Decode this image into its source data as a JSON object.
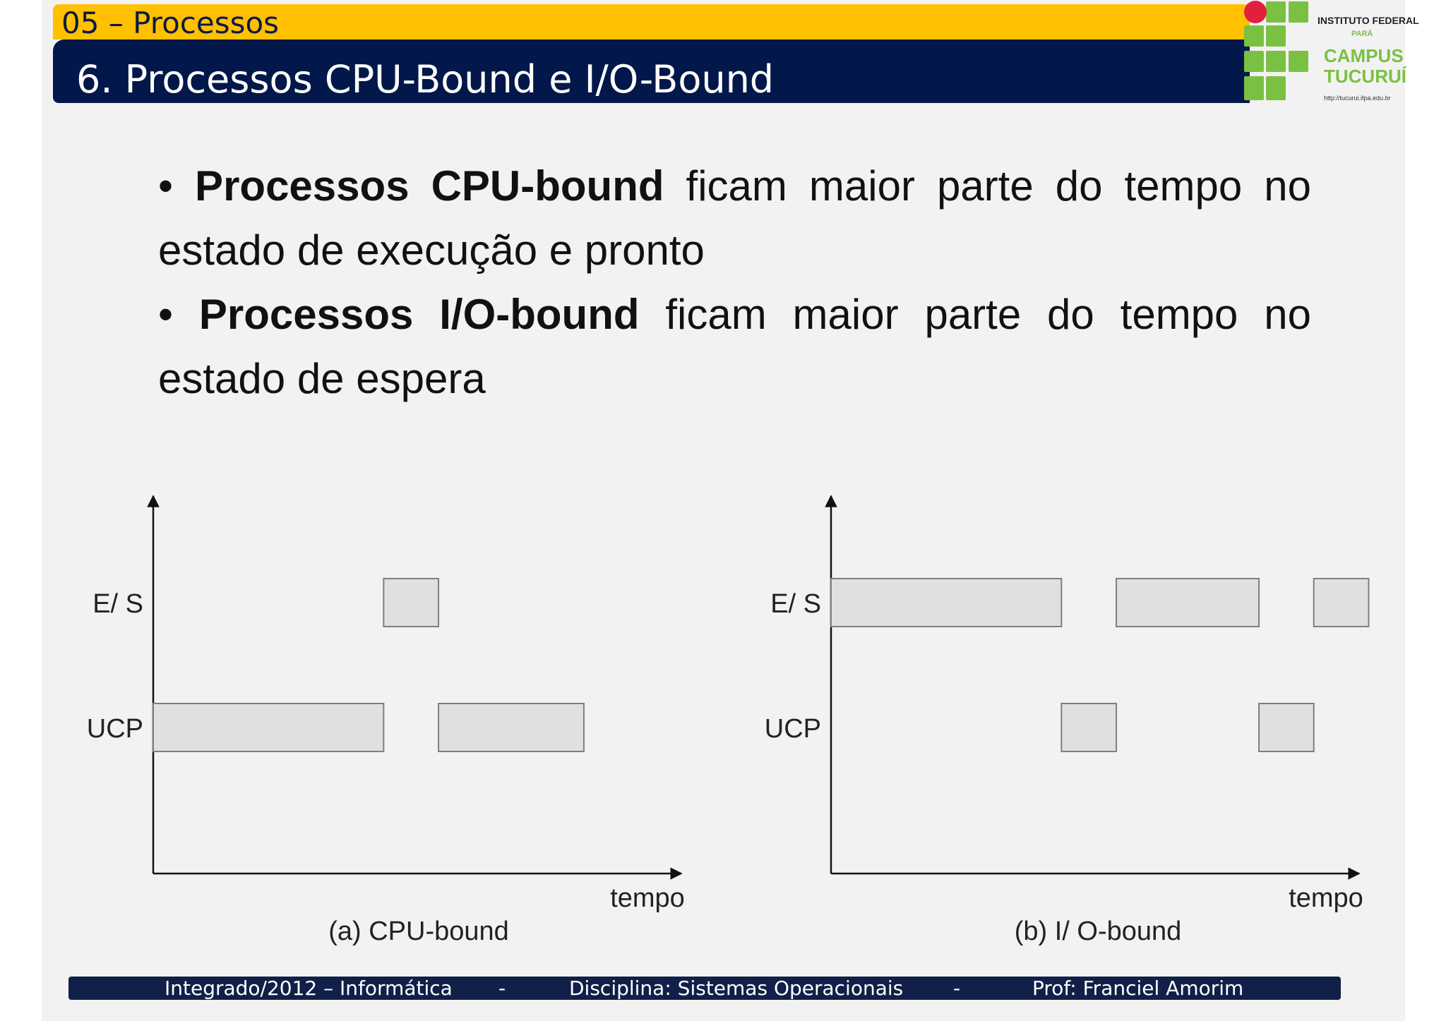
{
  "header": {
    "section": "05 – Processos",
    "title": "6. Processos CPU-Bound e I/O-Bound"
  },
  "logo": {
    "line1": "INSTITUTO FEDERAL",
    "line2": "PARÁ",
    "line3": "CAMPUS",
    "line4": "TUCURUÍ",
    "url": "http://tucurui.ifpa.edu.br"
  },
  "bullets": [
    {
      "marker": "•",
      "bold": "Processos CPU-bound",
      "rest": " ficam maior parte do tempo no estado de execução e pronto"
    },
    {
      "marker": "•",
      "bold": "Processos I/O-bound",
      "rest": " ficam maior parte do tempo no estado de espera"
    }
  ],
  "diagrams": [
    {
      "caption": "(a) CPU-bound",
      "x_label": "tempo",
      "rows": [
        "E/ S",
        "UCP"
      ],
      "bars": [
        {
          "row": "E/ S",
          "start": 4.2,
          "end": 5.2
        },
        {
          "row": "UCP",
          "start": 0,
          "end": 4.2
        },
        {
          "row": "UCP",
          "start": 5.2,
          "end": 7.85
        }
      ],
      "x_max": 10
    },
    {
      "caption": "(b) I/ O-bound",
      "x_label": "tempo",
      "rows": [
        "E/ S",
        "UCP"
      ],
      "bars": [
        {
          "row": "E/ S",
          "start": 0,
          "end": 4.2
        },
        {
          "row": "E/ S",
          "start": 5.2,
          "end": 7.8
        },
        {
          "row": "E/ S",
          "start": 8.8,
          "end": 9.8
        },
        {
          "row": "UCP",
          "start": 4.2,
          "end": 5.2
        },
        {
          "row": "UCP",
          "start": 7.8,
          "end": 8.8
        }
      ],
      "x_max": 10
    }
  ],
  "footer": {
    "course": "Integrado/2012 – Informática",
    "sep1": "-",
    "discipline": "Disciplina:  Sistemas Operacionais",
    "sep2": "-",
    "professor": "Prof: Franciel Amorim"
  },
  "colors": {
    "section_bar": "#ffc000",
    "title_bar": "#02174a",
    "footer_bar": "#102048",
    "bar_fill": "#e1dfe1",
    "bar_stroke": "#7f7f7f",
    "logo_green": "#7ac143",
    "logo_red": "#e2203d"
  }
}
